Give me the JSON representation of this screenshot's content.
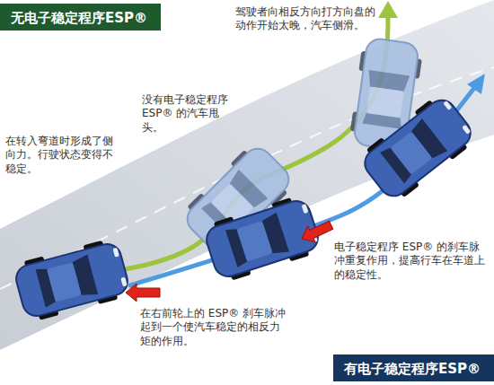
{
  "diagram": {
    "nodes": [
      {
        "text": [
          "无电子稳定程序ESP®"
        ]
      },
      {
        "text": [
          "有电子稳定程序ESP®"
        ]
      }
    ],
    "labels": [
      "驾驶者向相反方向打方向盘的动作开始太晚，汽车侧滑。",
      "没有电子稳定程序 ESP® 的汽车甩头。",
      "在转入弯道时形成了侧向力。行驶状态变得不稳定。",
      "电子稳定程序 ESP® 的刹车脉冲重复作用，提高行车在车道上的稳定性。",
      "在右前轮上的 ESP® 刹车脉冲起到一个使汽车稳定的相反力矩的作用。"
    ]
  }
}
